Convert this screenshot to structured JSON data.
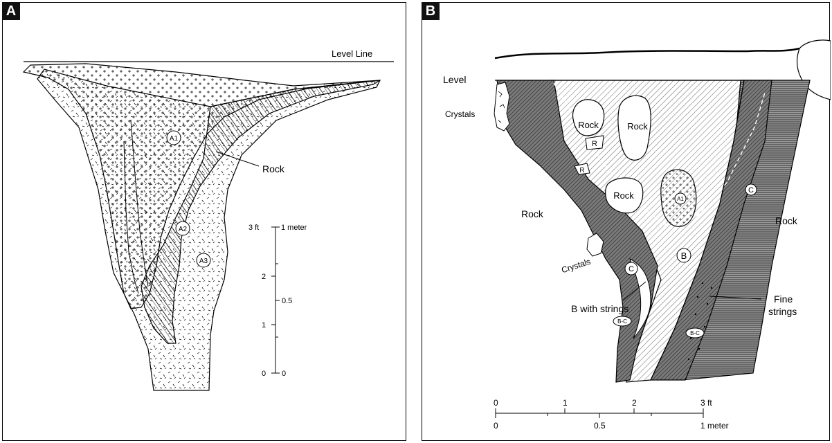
{
  "panel_a": {
    "badge": "A",
    "level_line": "Level Line",
    "rock": "Rock",
    "zones": [
      "A1",
      "A2",
      "A3"
    ],
    "scale": {
      "ft_unit": "3 ft",
      "m_unit": "1 meter",
      "ft_ticks": [
        "2",
        "1",
        "0"
      ],
      "m_ticks": [
        "0.5",
        "0"
      ]
    }
  },
  "panel_b": {
    "badge": "B",
    "level": "Level",
    "crystals_top": "Crystals",
    "crystals_mid": "Crystals",
    "rock_left": "Rock",
    "rock_right": "Rock",
    "rock_block_1": "Rock",
    "rock_block_2": "Rock",
    "rock_block_3": "Rock",
    "r_small_1": "R",
    "r_small_2": "R",
    "zone_a1": "A1",
    "zone_b": "B",
    "zone_c_right": "C",
    "zone_c_left": "C",
    "zone_bc_1": "B-C",
    "zone_bc_2": "B-C",
    "b_with_strings": "B with strings",
    "fine_strings_1": "Fine",
    "fine_strings_2": "strings",
    "scale": {
      "ft_ticks": [
        "0",
        "1",
        "2",
        "3 ft"
      ],
      "m_ticks": [
        "0",
        "0.5",
        "1 meter"
      ]
    }
  }
}
